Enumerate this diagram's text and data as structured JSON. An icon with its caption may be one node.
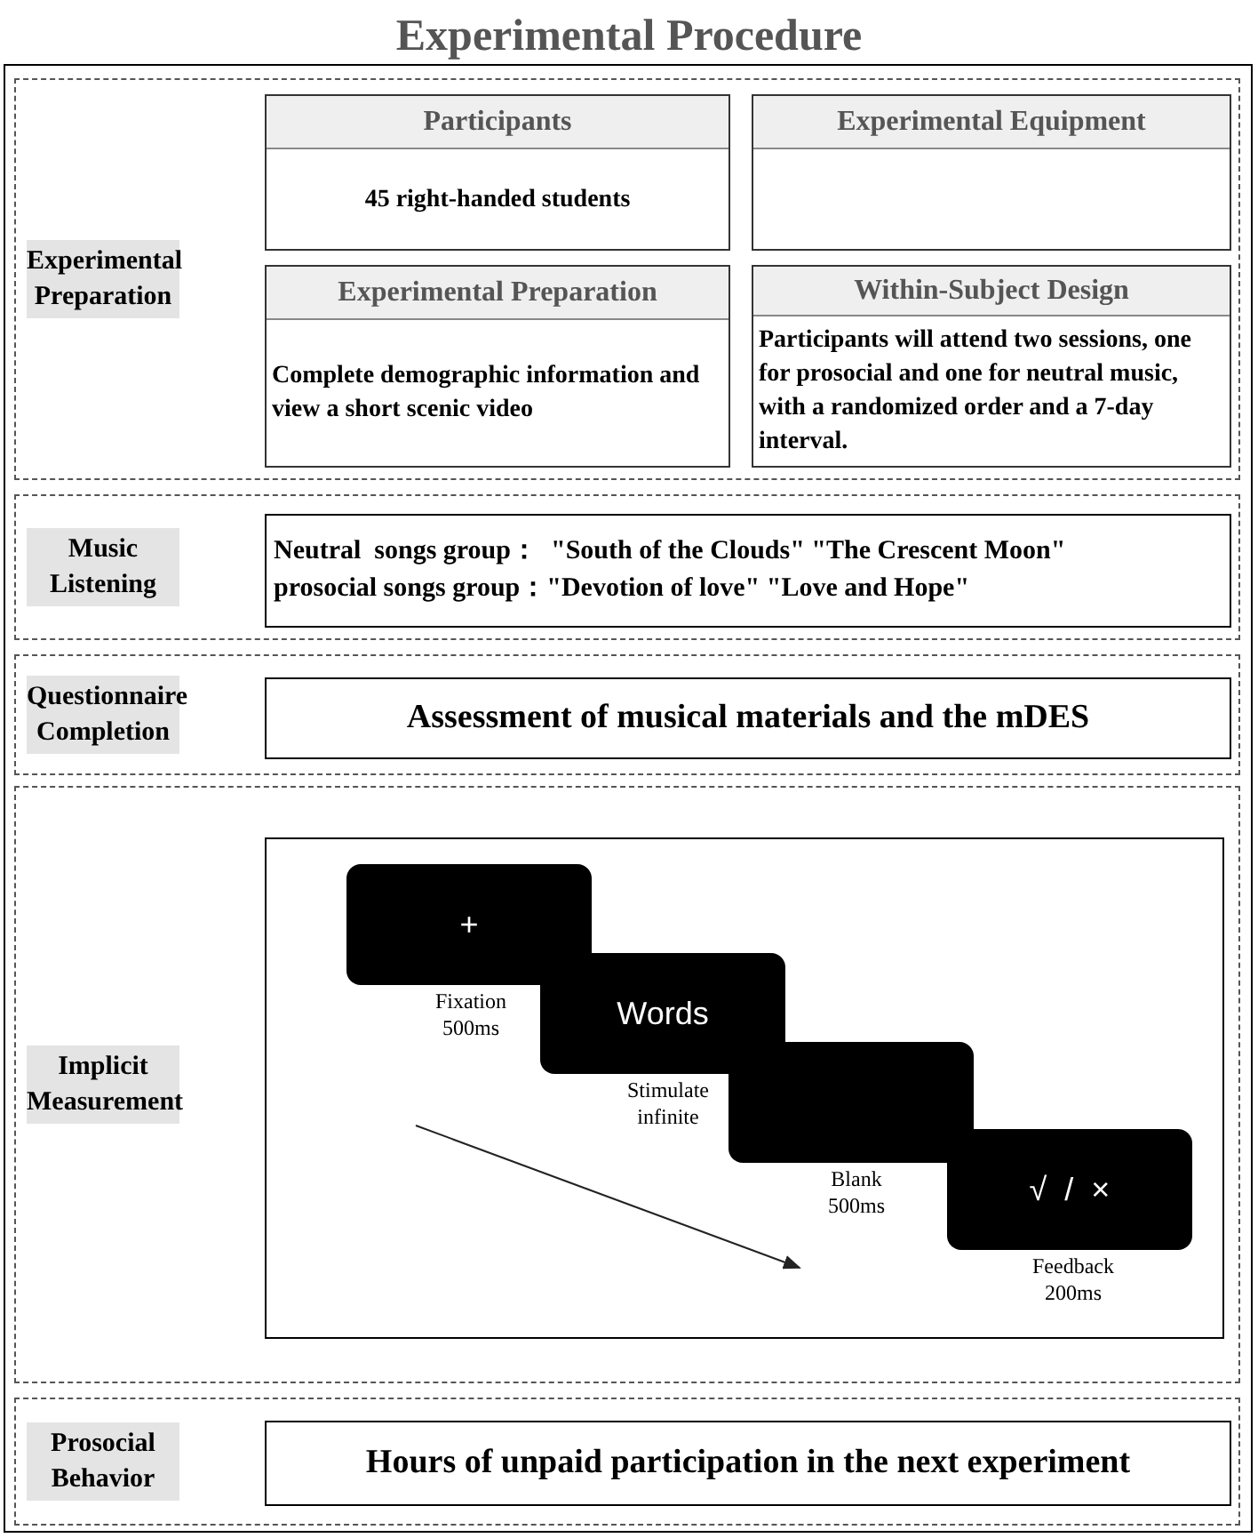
{
  "diagram": {
    "title": "Experimental Procedure",
    "nodes": [
      {
        "text": [
          "Experimental Preparation"
        ]
      },
      {
        "text": [
          "Participants",
          "45 right-handed students"
        ],
        "in": 0
      },
      {
        "text": [
          "Experimental Equipment"
        ],
        "in": 0
      },
      {
        "text": [
          "Experimental Preparation",
          "Complete demographic information and view a short scenic video"
        ],
        "in": 0
      },
      {
        "text": [
          "Within-Subject Design",
          "Participants will attend two sessions, one for prosocial and one for neutral music, with a randomized order and a 7-day interval."
        ],
        "in": 0
      },
      {
        "text": [
          "Music Listening"
        ]
      },
      {
        "text": [
          "Neutral  songs group：  \"South of the Clouds\" \"The Crescent Moon\"",
          "prosocial songs group：\"Devotion of love\" \"Love and Hope\""
        ],
        "in": 5
      },
      {
        "text": [
          "Questionnaire Completion"
        ]
      },
      {
        "text": [
          "Assessment of musical materials and the mDES"
        ],
        "in": 7
      },
      {
        "text": [
          "Implicit Measurement"
        ]
      },
      {
        "text": [],
        "shape": "box",
        "in": 9
      },
      {
        "text": [
          "+"
        ],
        "beside": [
          "Fixation 500ms"
        ],
        "in": 10
      },
      {
        "text": [
          "Words"
        ],
        "beside": [
          "Stimulate infinite"
        ],
        "in": 10
      },
      {
        "text": [],
        "shape": "box",
        "beside": [
          "Blank 500ms"
        ],
        "in": 10
      },
      {
        "text": [
          "√  /  ×"
        ],
        "beside": [
          "Feedback 200ms"
        ],
        "in": 10
      },
      {
        "text": [
          "Prosocial Behavior"
        ]
      },
      {
        "text": [
          "Hours of unpaid participation in the next experiment"
        ],
        "in": 15
      }
    ],
    "edges": []
  }
}
